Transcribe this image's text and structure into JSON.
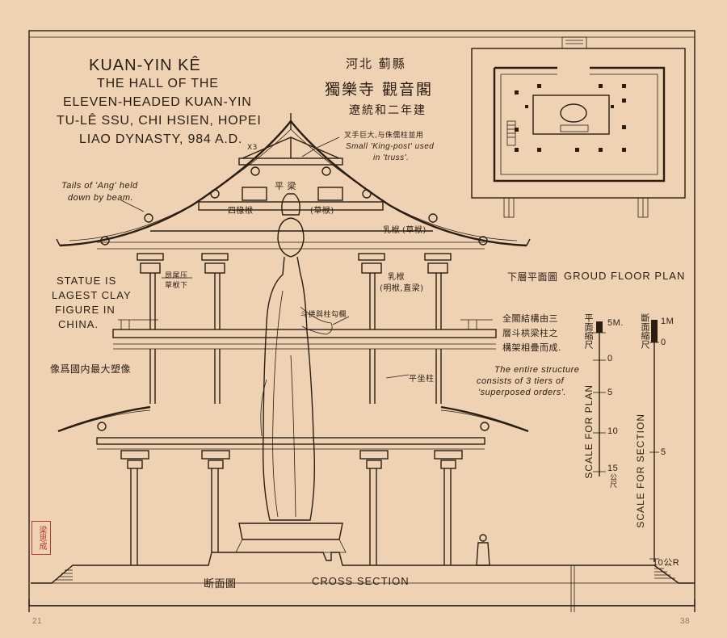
{
  "title": {
    "line1": "KUAN-YIN KÊ",
    "line2": "THE HALL OF THE",
    "line3": "ELEVEN-HEADED KUAN-YIN",
    "line4": "TU-LÊ SSU, CHI HSIEN, HOPEI",
    "line5": "LIAO DYNASTY, 984 A.D."
  },
  "chinese_title": {
    "line1": "河北 蓟縣",
    "line2": "獨樂寺 觀音閣",
    "line3": "遼統和二年建"
  },
  "annotations": {
    "ang_tails": [
      "Tails of 'Ang' held",
      "down by beam."
    ],
    "statue": [
      "STATUE IS",
      "LAGEST CLAY",
      "FIGURE IN",
      "CHINA."
    ],
    "statue_cn": "像爲國内最大塑像",
    "king_post_cn": "叉手巨大,与侏儒柱並用",
    "king_post": [
      "Small 'King-post' used",
      "in 'truss'."
    ],
    "x3": "X3",
    "ping_liang": "平 梁",
    "si_chuan_fu": "四椽栿",
    "cao_fu": "(草栿)",
    "ru_fu": "乳栿",
    "ru_fu_cao": "(草栿)",
    "ru_fu_ming": "乳栿",
    "ming_fu": "(明栿,直梁)",
    "ang_cn": [
      "昂尾压",
      "草栿下"
    ],
    "dou_gong_cn": "斗拱與柱勾欄",
    "ping_zuo_zhu": "平坐柱",
    "structure_cn": [
      "全閣結構由三",
      "層斗栱梁柱之",
      "構架相疊而成."
    ],
    "structure": [
      "The entire structure",
      "consists of 3 tiers of",
      "'superposed orders'."
    ]
  },
  "plan": {
    "label_cn": "下層平面圖",
    "label": "GROUD FLOOR PLAN"
  },
  "section": {
    "label_cn": "断面圖",
    "label": "CROSS SECTION"
  },
  "scale_plan": {
    "label": "SCALE FOR PLAN",
    "label_cn": "平面縮尺",
    "unit": "5M.",
    "ticks": [
      "0",
      "5",
      "10",
      "15"
    ],
    "end_cn": "公尺"
  },
  "scale_section": {
    "label": "SCALE FOR SECTION",
    "label_cn": "斷面縮尺",
    "unit": "1M",
    "ticks": [
      "0",
      "5"
    ],
    "end": "10公R"
  },
  "seal": "梁思成",
  "sheet_numbers": {
    "left": "21",
    "right": "38"
  },
  "colors": {
    "paper": "#efd2b3",
    "ink": "#2a1e14",
    "seal": "#b23a2e"
  }
}
